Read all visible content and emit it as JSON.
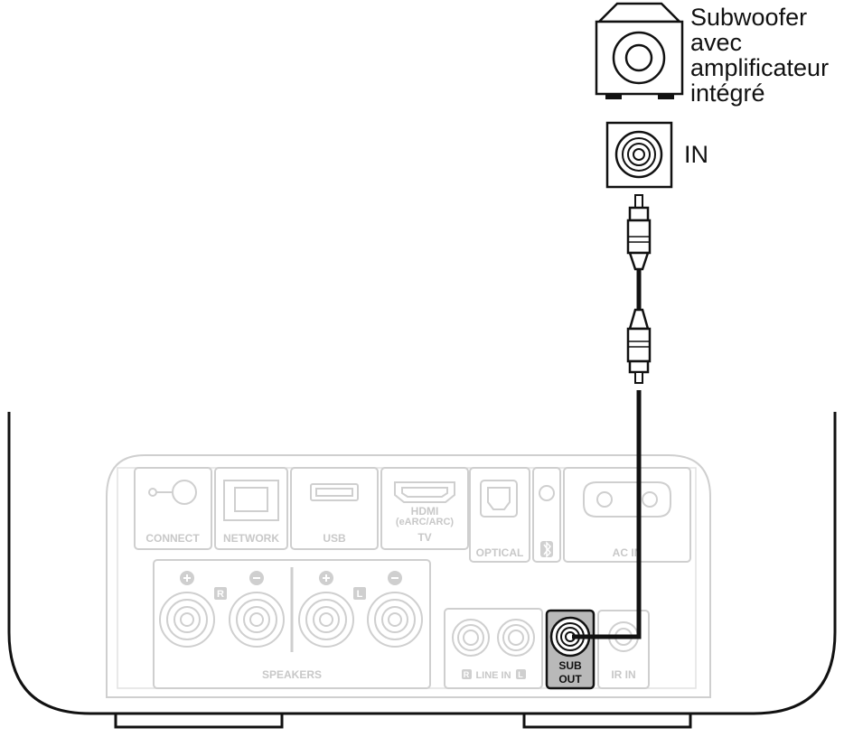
{
  "subwoofer": {
    "label_lines": [
      "Subwoofer",
      "avec",
      "amplificateur",
      "intégré"
    ],
    "input_label": "IN"
  },
  "panel": {
    "connect": "CONNECT",
    "network": "NETWORK",
    "usb": "USB",
    "hdmi_line1": "HDMI",
    "hdmi_line2": "(eARC/ARC)",
    "tv": "TV",
    "optical": "OPTICAL",
    "ac_in": "AC IN",
    "speakers": "SPEAKERS",
    "line_in": "LINE IN",
    "line_in_r": "R",
    "line_in_l": "L",
    "speaker_r": "R",
    "speaker_l": "L",
    "sub_out_line1": "SUB",
    "sub_out_line2": "OUT",
    "ir_in": "IR IN"
  },
  "colors": {
    "outline": "#111111",
    "panel_faded": "#cfcfcf",
    "sub_out_highlight": "#b9b9b9"
  }
}
